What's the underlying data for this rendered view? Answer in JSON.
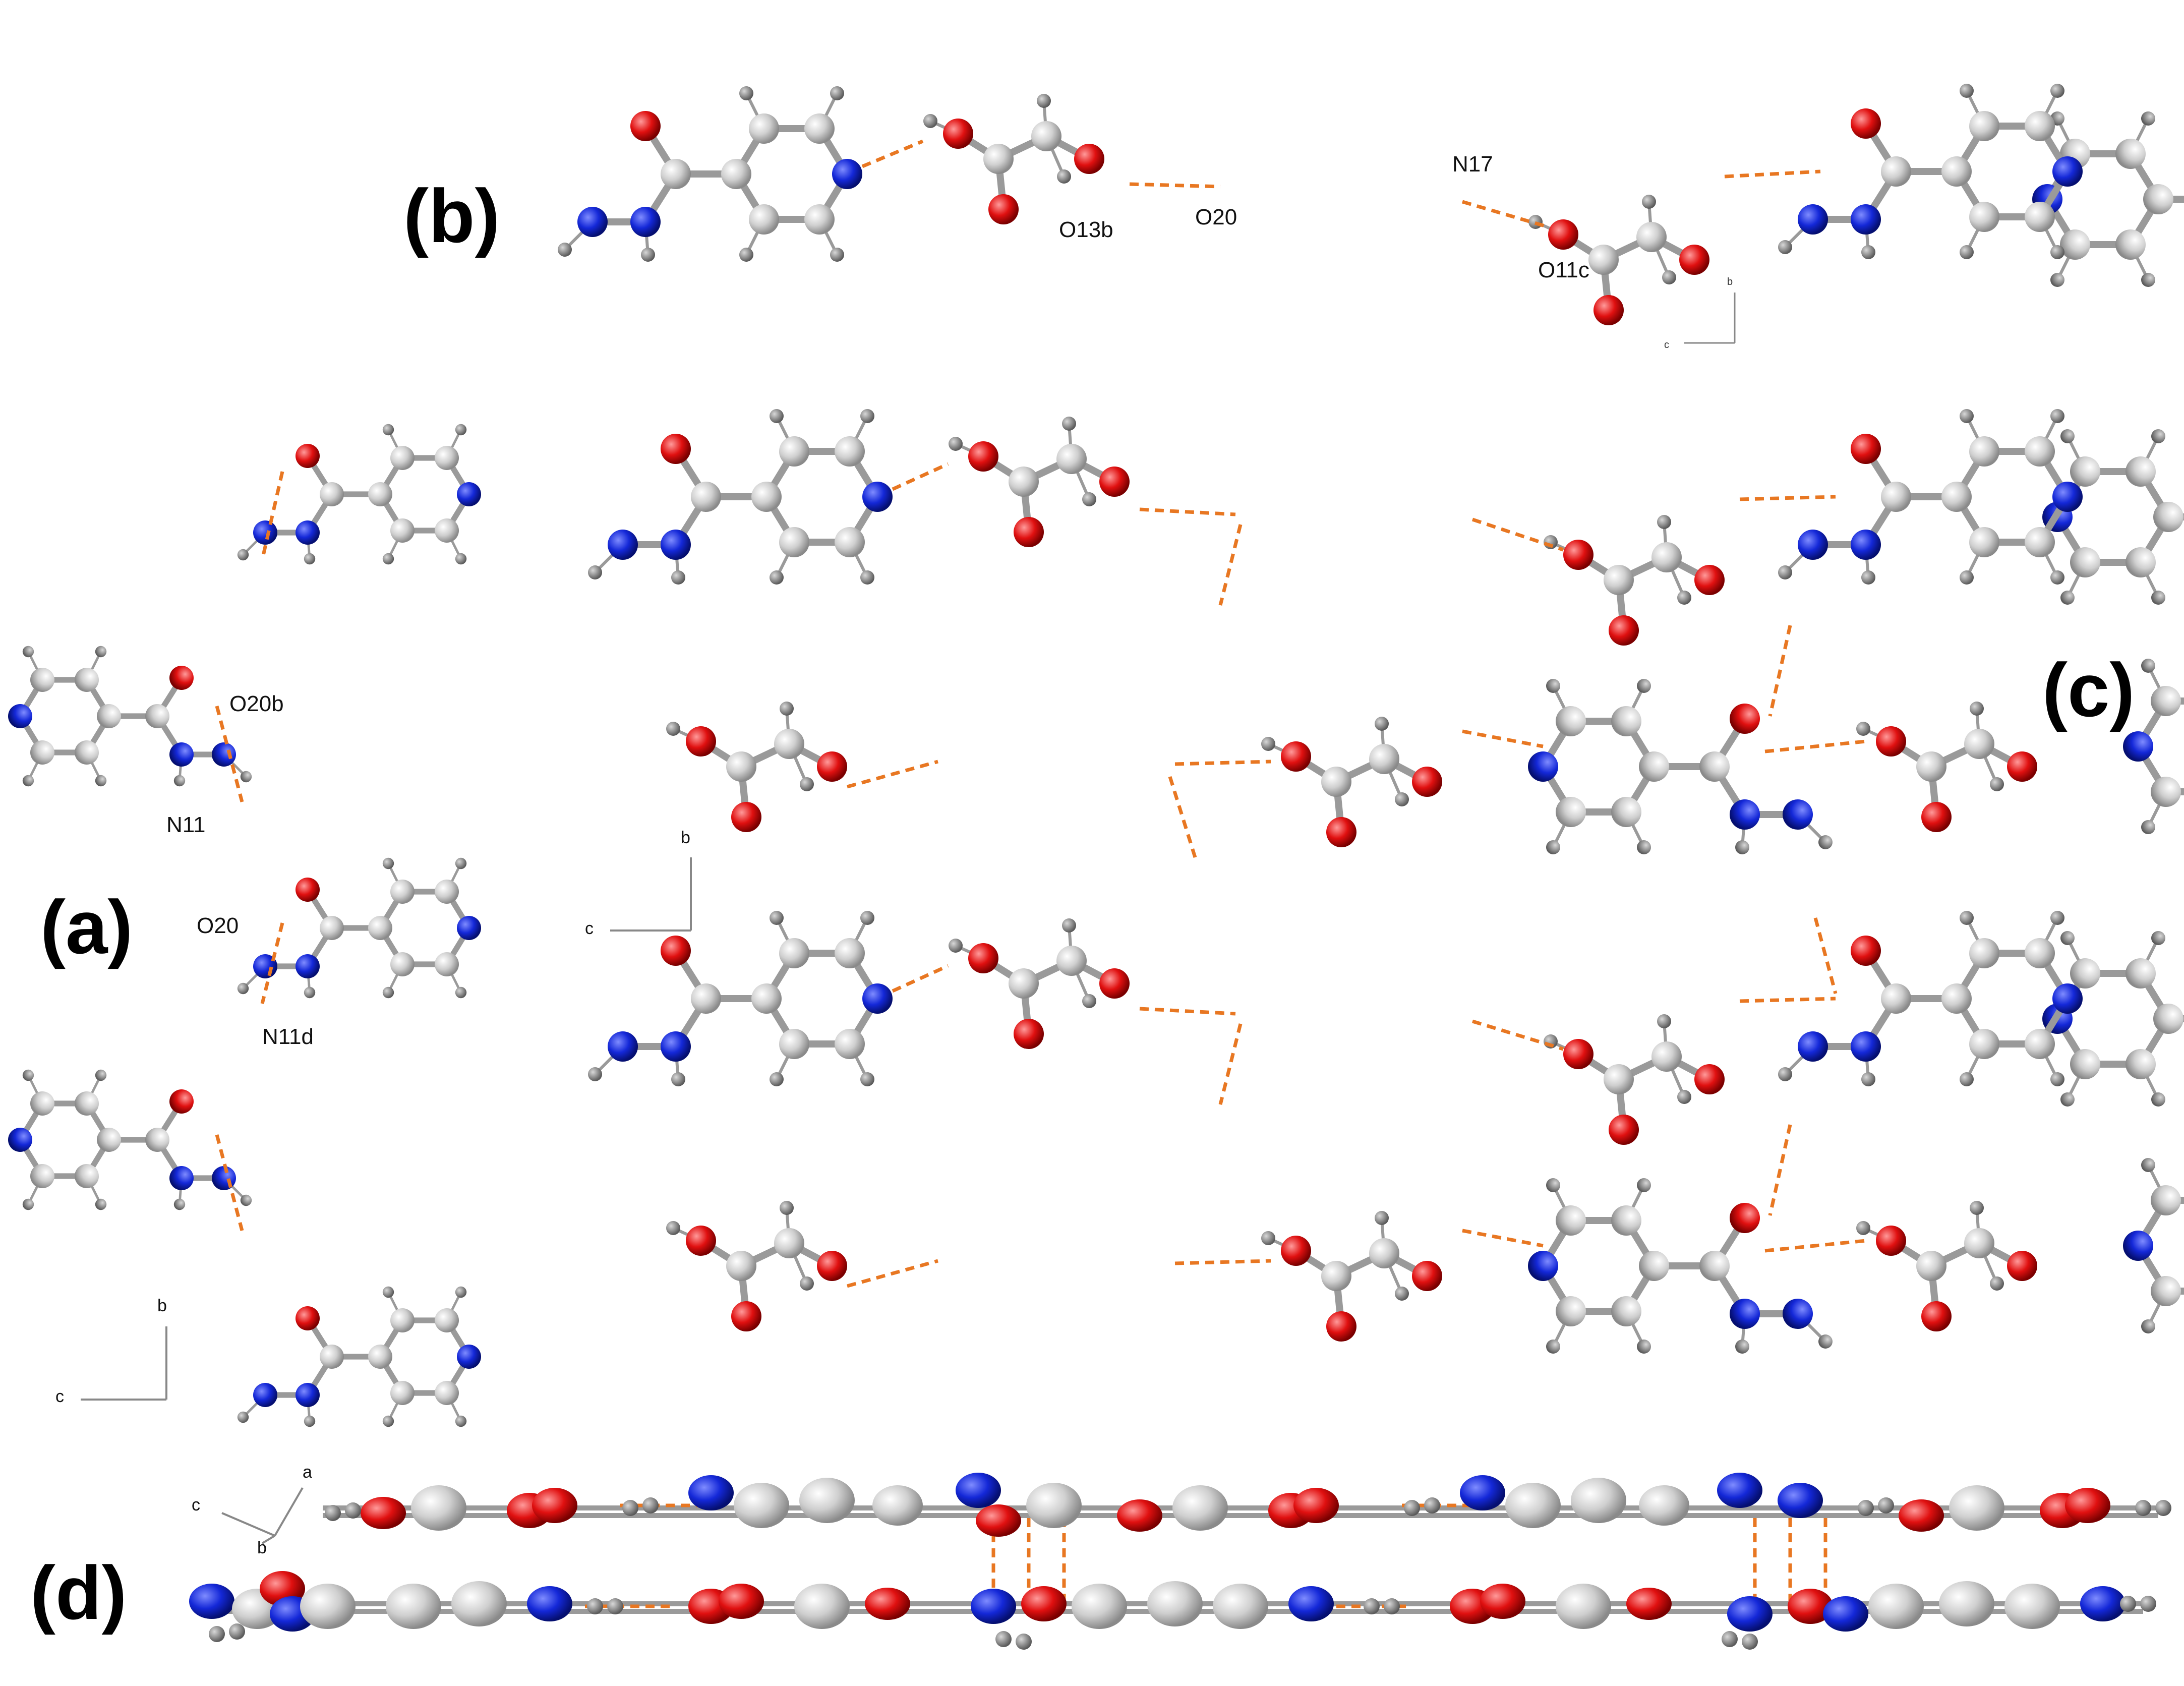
{
  "panels": {
    "a": {
      "label": "(a)",
      "atoms": [
        "O20b",
        "N11",
        "O20",
        "N11d"
      ],
      "axes": {
        "b": "b",
        "c": "c"
      }
    },
    "b": {
      "label": "(b)",
      "atoms": [
        "N17",
        "O13b",
        "O20",
        "O11c"
      ],
      "axes": {
        "b": "b",
        "c": "c"
      }
    },
    "c": {
      "label": "(c)",
      "axes": {
        "b": "b",
        "c": "c"
      }
    },
    "d": {
      "label": "(d)",
      "axes": {
        "a": "a",
        "b": "b",
        "c": "c"
      }
    }
  },
  "colors": {
    "carbon": "#c8c8c8",
    "hydrogen": "#8c8c8c",
    "nitrogen": "#1428d8",
    "oxygen": "#e01010",
    "bond": "#a0a0a0",
    "hbond": "#e87722"
  }
}
